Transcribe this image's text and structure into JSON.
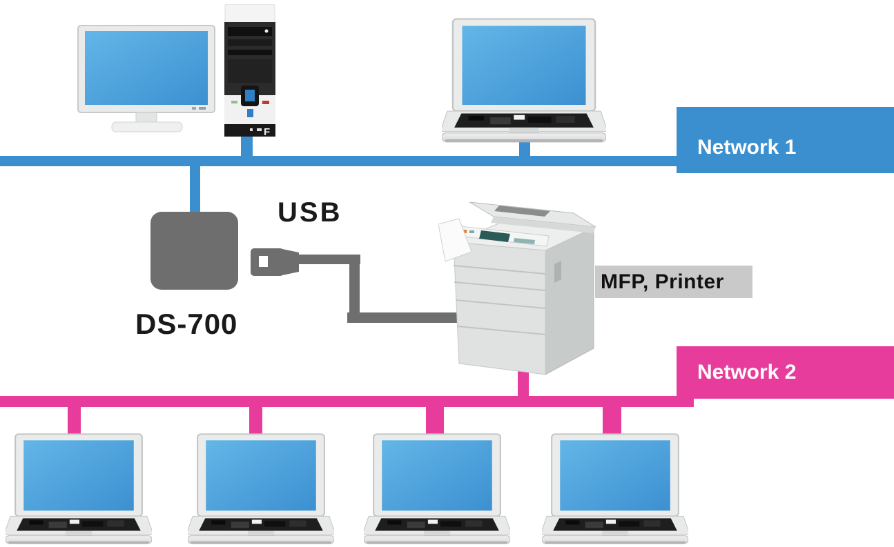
{
  "networks": [
    {
      "label": "Network 1",
      "color": "#3B8FCE",
      "connected_devices": [
        "desktop computer",
        "laptop",
        "DS-700"
      ]
    },
    {
      "label": "Network 2",
      "color": "#E83C9C",
      "connected_devices": [
        "laptop",
        "laptop",
        "laptop",
        "laptop",
        "MFP, Printer"
      ]
    }
  ],
  "device_labels": {
    "ds700": "DS-700",
    "usb": "USB",
    "mfp_printer": "MFP, Printer"
  },
  "colors": {
    "network1": "#3B8FCE",
    "network2": "#E83C9C",
    "ds700_device": "#6E6E6E",
    "usb_cable": "#6E6E6E",
    "mfp_label_background": "#C9C9C9",
    "screen_blue": "#45A0D9",
    "network_label_text": "#FFFFFF",
    "annotation_text": "#1A1A1A"
  }
}
